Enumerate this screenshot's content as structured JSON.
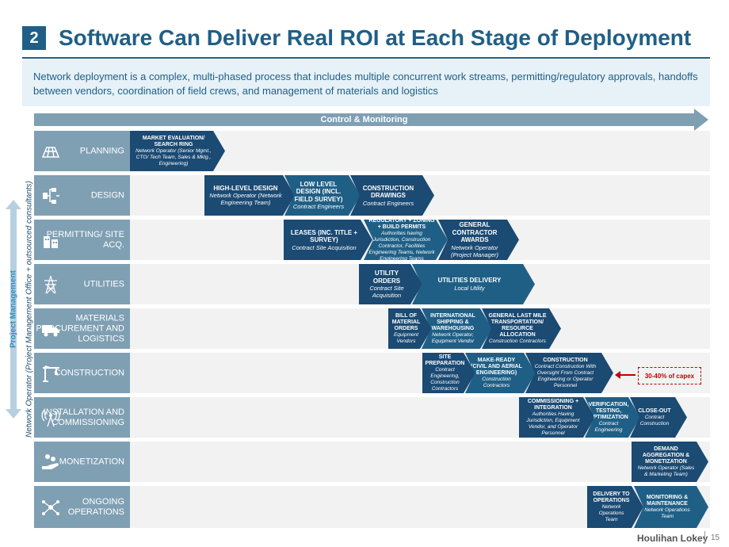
{
  "header": {
    "number": "2",
    "title": "Software Can Deliver Real ROI at Each Stage of Deployment",
    "subtitle": "Network deployment is a complex, multi-phased process that includes multiple concurrent work streams, permitting/regulatory approvals, handoffs between vendors, coordination of field crews, and management of materials and logistics"
  },
  "control_bar": "Control & Monitoring",
  "side": {
    "project_management": "Project Management",
    "network_operator": "Network Operator (Project Management Office + outsourced consultants)"
  },
  "rows": [
    {
      "label": "PLANNING",
      "icon": "map-icon"
    },
    {
      "label": "DESIGN",
      "icon": "flowchart-icon"
    },
    {
      "label": "PERMITTING/ SITE ACQ.",
      "icon": "buildings-icon"
    },
    {
      "label": "UTILITIES",
      "icon": "power-tower-icon"
    },
    {
      "label": "MATERIALS PROCUREMENT AND LOGISTICS",
      "icon": "truck-icon"
    },
    {
      "label": "CONSTRUCTION",
      "icon": "crane-icon"
    },
    {
      "label": "INSTALLATION AND COMMISSIONING",
      "icon": "antenna-icon"
    },
    {
      "label": "MONETIZATION",
      "icon": "coins-hand-icon"
    },
    {
      "label": "ONGOING OPERATIONS",
      "icon": "network-icon"
    }
  ],
  "steps": {
    "market_eval": {
      "title": "MARKET EVALUATION/ SEARCH RING",
      "sub": "Network Operator (Senior Mgmt., CTO/ Tech Team, Sales & Mktg., Engineering)"
    },
    "hld": {
      "title": "HIGH-LEVEL DESIGN",
      "sub": "Network Operator (Network Engineering Team)"
    },
    "lld": {
      "title": "LOW LEVEL DESIGN (INCL. FIELD SURVEY)",
      "sub": "Contract Engineers"
    },
    "construction_drawings": {
      "title": "CONSTRUCTION DRAWINGS",
      "sub": "Contract Engineers"
    },
    "leases": {
      "title": "LEASES (INC. TITLE + SURVEY)",
      "sub": "Contract Site Acquisition"
    },
    "regulatory": {
      "title": "REGULATORY + ZONING + BUILD PERMITS",
      "sub": "Authorities having Jurisdiction, Construction Contractor, Facilities Engineering Teams, Network Engineering Teams"
    },
    "gc_awards": {
      "title": "GENERAL CONTRACTOR AWARDS",
      "sub": "Network Operator (Project Manager)"
    },
    "utility_orders": {
      "title": "UTILITY ORDERS",
      "sub": "Contract Site Acquisition"
    },
    "utilities_delivery": {
      "title": "UTILITIES DELIVERY",
      "sub": "Local Utility"
    },
    "bom": {
      "title": "BILL OF MATERIAL ORDERS",
      "sub": "Equipment Vendors"
    },
    "intl_shipping": {
      "title": "INTERNATIONAL SHIPPING & WAREHOUSING",
      "sub": "Network Operator, Equipment Vendor"
    },
    "last_mile": {
      "title": "GENERAL LAST MILE TRANSPORTATION/ RESOURCE ALLOCATION",
      "sub": "Construction Contractors"
    },
    "site_prep": {
      "title": "SITE PREPARATION",
      "sub": "Contract Engineering, Construction Contractors"
    },
    "make_ready": {
      "title": "MAKE-READY (CIVIL AND AERIAL ENGINEERING)",
      "sub": "Construction Contractors"
    },
    "construction": {
      "title": "CONSTRUCTION",
      "sub": "Contract Construction With Oversight From Contract Engineering or Operator Personnel"
    },
    "commissioning": {
      "title": "COMMISSIONING + INTEGRATION",
      "sub": "Authorities Having Jurisdiction, Equipment Vendor, and Operator Personnel"
    },
    "verification": {
      "title": "VERIFICATION, TESTING, OPTIMIZATION",
      "sub": "Contract Engineering"
    },
    "closeout": {
      "title": "CLOSE-OUT",
      "sub": "Contract Construction"
    },
    "demand": {
      "title": "DEMAND AGGREGATION & MONETIZATION",
      "sub": "Network Operator (Sales & Marketing Team)"
    },
    "delivery_ops": {
      "title": "DELIVERY TO OPERATIONS",
      "sub": "Network Operations Team"
    },
    "monitoring": {
      "title": "MONITORING & MAINTENANCE",
      "sub": "Network Operations Team"
    }
  },
  "capex_note": "30-40% of capex",
  "footer": {
    "logo": "Houlihan Lokey",
    "page": "15"
  },
  "colors": {
    "primary": "#1f5f86",
    "dark_arrow": "#1b4a73",
    "row_label": "#7f9fb3",
    "accent": "#c00000"
  }
}
